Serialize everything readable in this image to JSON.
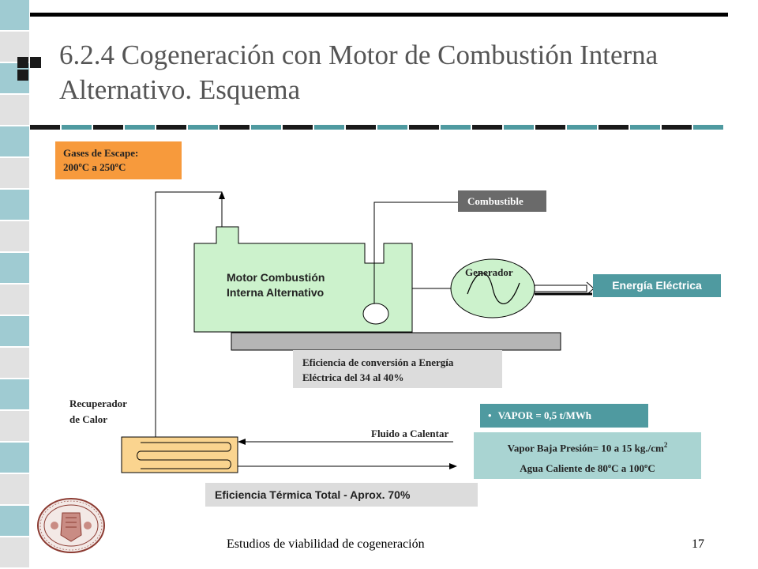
{
  "slide": {
    "title": "6.2.4 Cogeneración con Motor de Combustión Interna Alternativo. Esquema",
    "footer_text": "Estudios de viabilidad de cogeneración",
    "page_number": "17"
  },
  "diagram": {
    "gases_escape_line1": "Gases de Escape:",
    "gases_escape_line2": "200ºC a 250ºC",
    "combustible": "Combustible",
    "motor_line1": "Motor Combustión",
    "motor_line2": "Interna Alternativo",
    "generador": "Generador",
    "energia": "Energía Eléctrica",
    "eficiencia_conv_line1": "Eficiencia de conversión a Energía",
    "eficiencia_conv_line2": "Eléctrica del  34 al 40%",
    "recuperador_line1": "Recuperador",
    "recuperador_line2": "de Calor",
    "fluido": "Fluido a Calentar",
    "vapor_bullet": "VAPOR = 0,5 t/MWh",
    "vapor_baja": "Vapor Baja Presión= 10 a 15 kg./cm",
    "vapor_baja_sup": "2",
    "agua_caliente": "Agua Caliente de 80ºC a 100ºC",
    "eficiencia_total": "Eficiencia Térmica Total - Aprox. 70%"
  },
  "colors": {
    "left_band_teal": "#9fcbd2",
    "left_band_grey": "#e1e1e1",
    "orange": "#f79a3c",
    "grey_box": "#6a6a6a",
    "motor_green": "#ccf2cc",
    "teal_box": "#4f9aa0",
    "light_grey": "#dcdcdc",
    "light_teal": "#a9d4d2",
    "recuperador_orange": "#fad48f"
  }
}
